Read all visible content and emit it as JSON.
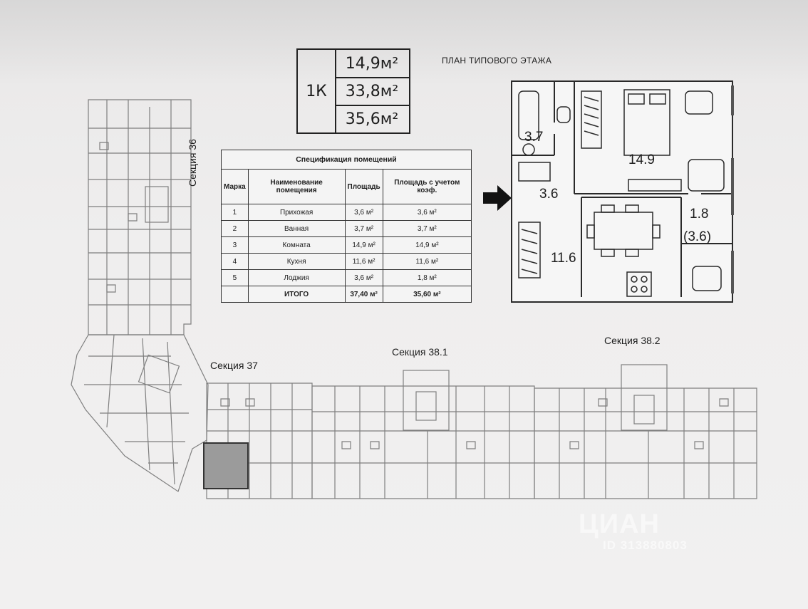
{
  "summary": {
    "type": "1К",
    "living_area": "14,9м²",
    "total_area_no_coef": "33,8м²",
    "total_area": "35,6м²"
  },
  "plan_title": "ПЛАН ТИПОВОГО ЭТАЖА",
  "spec_table": {
    "caption": "Спецификация помещений",
    "headers": [
      "Марка",
      "Наименование помещения",
      "Площадь",
      "Площадь с учетом коэф."
    ],
    "rows": [
      [
        "1",
        "Прихожая",
        "3,6 м²",
        "3,6 м²"
      ],
      [
        "2",
        "Ванная",
        "3,7 м²",
        "3,7 м²"
      ],
      [
        "3",
        "Комната",
        "14,9 м²",
        "14,9 м²"
      ],
      [
        "4",
        "Кухня",
        "11,6 м²",
        "11,6 м²"
      ],
      [
        "5",
        "Лоджия",
        "3,6 м²",
        "1,8 м²"
      ]
    ],
    "total": [
      "",
      "ИТОГО",
      "37,40 м²",
      "35,60 м²"
    ]
  },
  "apartment_plan": {
    "bathroom": "3.7",
    "room": "14.9",
    "hallway": "3.6",
    "kitchen": "11.6",
    "loggia": "1.8",
    "loggia_full": "(3.6)"
  },
  "sections": {
    "s36": "Секция 36",
    "s37": "Секция 37",
    "s381": "Секция 38.1",
    "s382": "Секция 38.2"
  },
  "watermark": {
    "brand": "ЦИАН",
    "id": "ID 313880803"
  }
}
